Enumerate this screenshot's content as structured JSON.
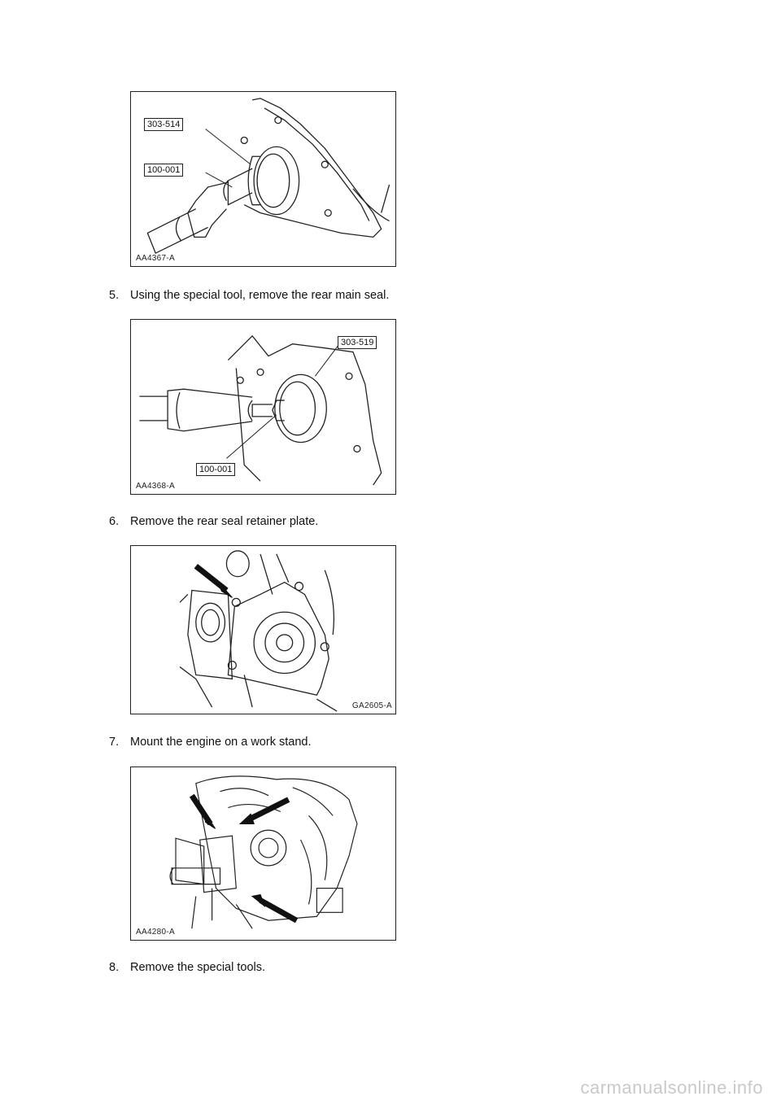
{
  "figures": [
    {
      "code": "AA4367-A",
      "tools": [
        "303-514",
        "100-001"
      ]
    },
    {
      "code": "AA4368-A",
      "tools": [
        "303-519",
        "100-001"
      ]
    },
    {
      "code": "GA2605-A",
      "tools": []
    },
    {
      "code": "AA4280-A",
      "tools": []
    }
  ],
  "steps": [
    {
      "number": "5.",
      "text": "Using the special tool, remove the rear main seal."
    },
    {
      "number": "6.",
      "text": "Remove the rear seal retainer plate."
    },
    {
      "number": "7.",
      "text": "Mount the engine on a work stand."
    },
    {
      "number": "8.",
      "text": "Remove the special tools."
    }
  ],
  "watermark": "carmanualsonline.info"
}
